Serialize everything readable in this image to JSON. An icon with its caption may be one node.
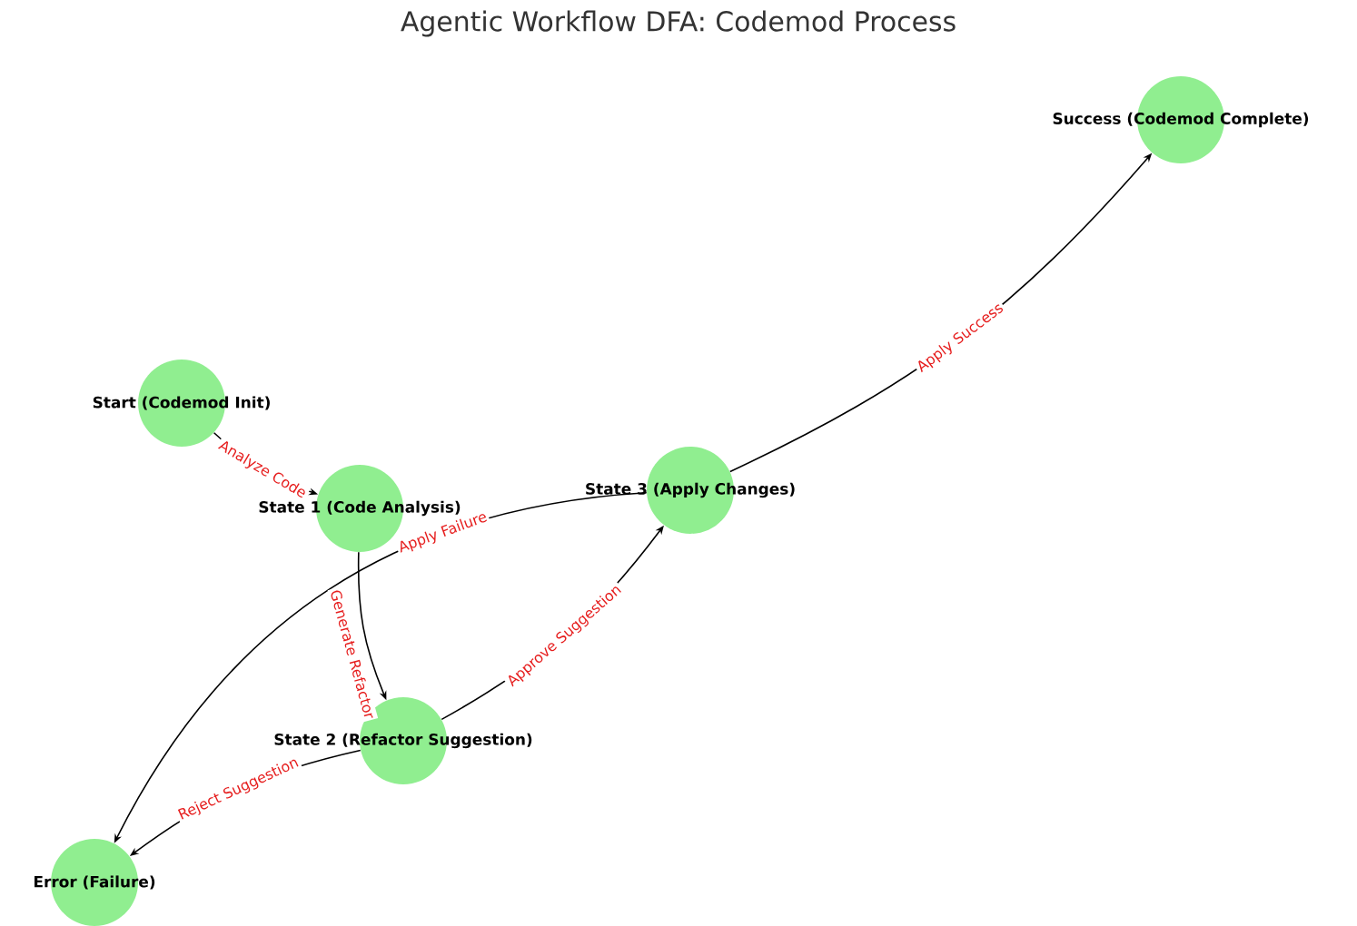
{
  "diagram": {
    "title": "Agentic Workflow DFA: Codemod Process",
    "nodes": [
      {
        "text": [
          "Start (Codemod Init)"
        ]
      },
      {
        "text": [
          "State 1 (Code Analysis)"
        ]
      },
      {
        "text": [
          "State 2 (Refactor Suggestion)"
        ]
      },
      {
        "text": [
          "State 3 (Apply Changes)"
        ]
      },
      {
        "text": [
          "Success (Codemod Complete)"
        ]
      },
      {
        "text": [
          "Error (Failure)"
        ]
      }
    ],
    "edges": [
      {
        "from": 0,
        "to": 1,
        "arrow": "to",
        "label": "Analyze Code"
      },
      {
        "from": 1,
        "to": 2,
        "arrow": "to",
        "label": "Generate Refactor"
      },
      {
        "from": 2,
        "to": 3,
        "arrow": "to",
        "label": "Approve Suggestion"
      },
      {
        "from": 2,
        "to": 5,
        "arrow": "to",
        "label": "Reject Suggestion"
      },
      {
        "from": 3,
        "to": 4,
        "arrow": "to",
        "label": "Apply Success"
      },
      {
        "from": 3,
        "to": 5,
        "arrow": "to",
        "label": "Apply Failure"
      }
    ]
  }
}
